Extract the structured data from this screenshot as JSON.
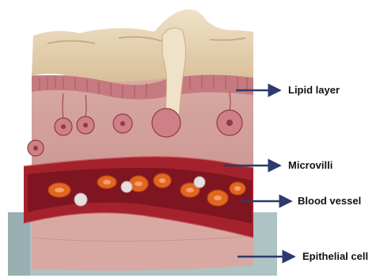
{
  "colors": {
    "tissue": "#d8a7a0",
    "tissue_dark": "#b97f7c",
    "top_layer": "#e7d2b2",
    "villi": "#c8787d",
    "vessel_wall": "#9c1e28",
    "vessel_lumen": "#8a1520",
    "blood_cell": "#e2661f",
    "plate": "#a9bfc0",
    "arrow": "#2d3a6e"
  },
  "labels": {
    "lipid_layer": "Lipid layer",
    "microvilli": "Microvilli",
    "blood_vessel": "Blood vessel",
    "epithelial_cell": "Epithelial cell"
  }
}
